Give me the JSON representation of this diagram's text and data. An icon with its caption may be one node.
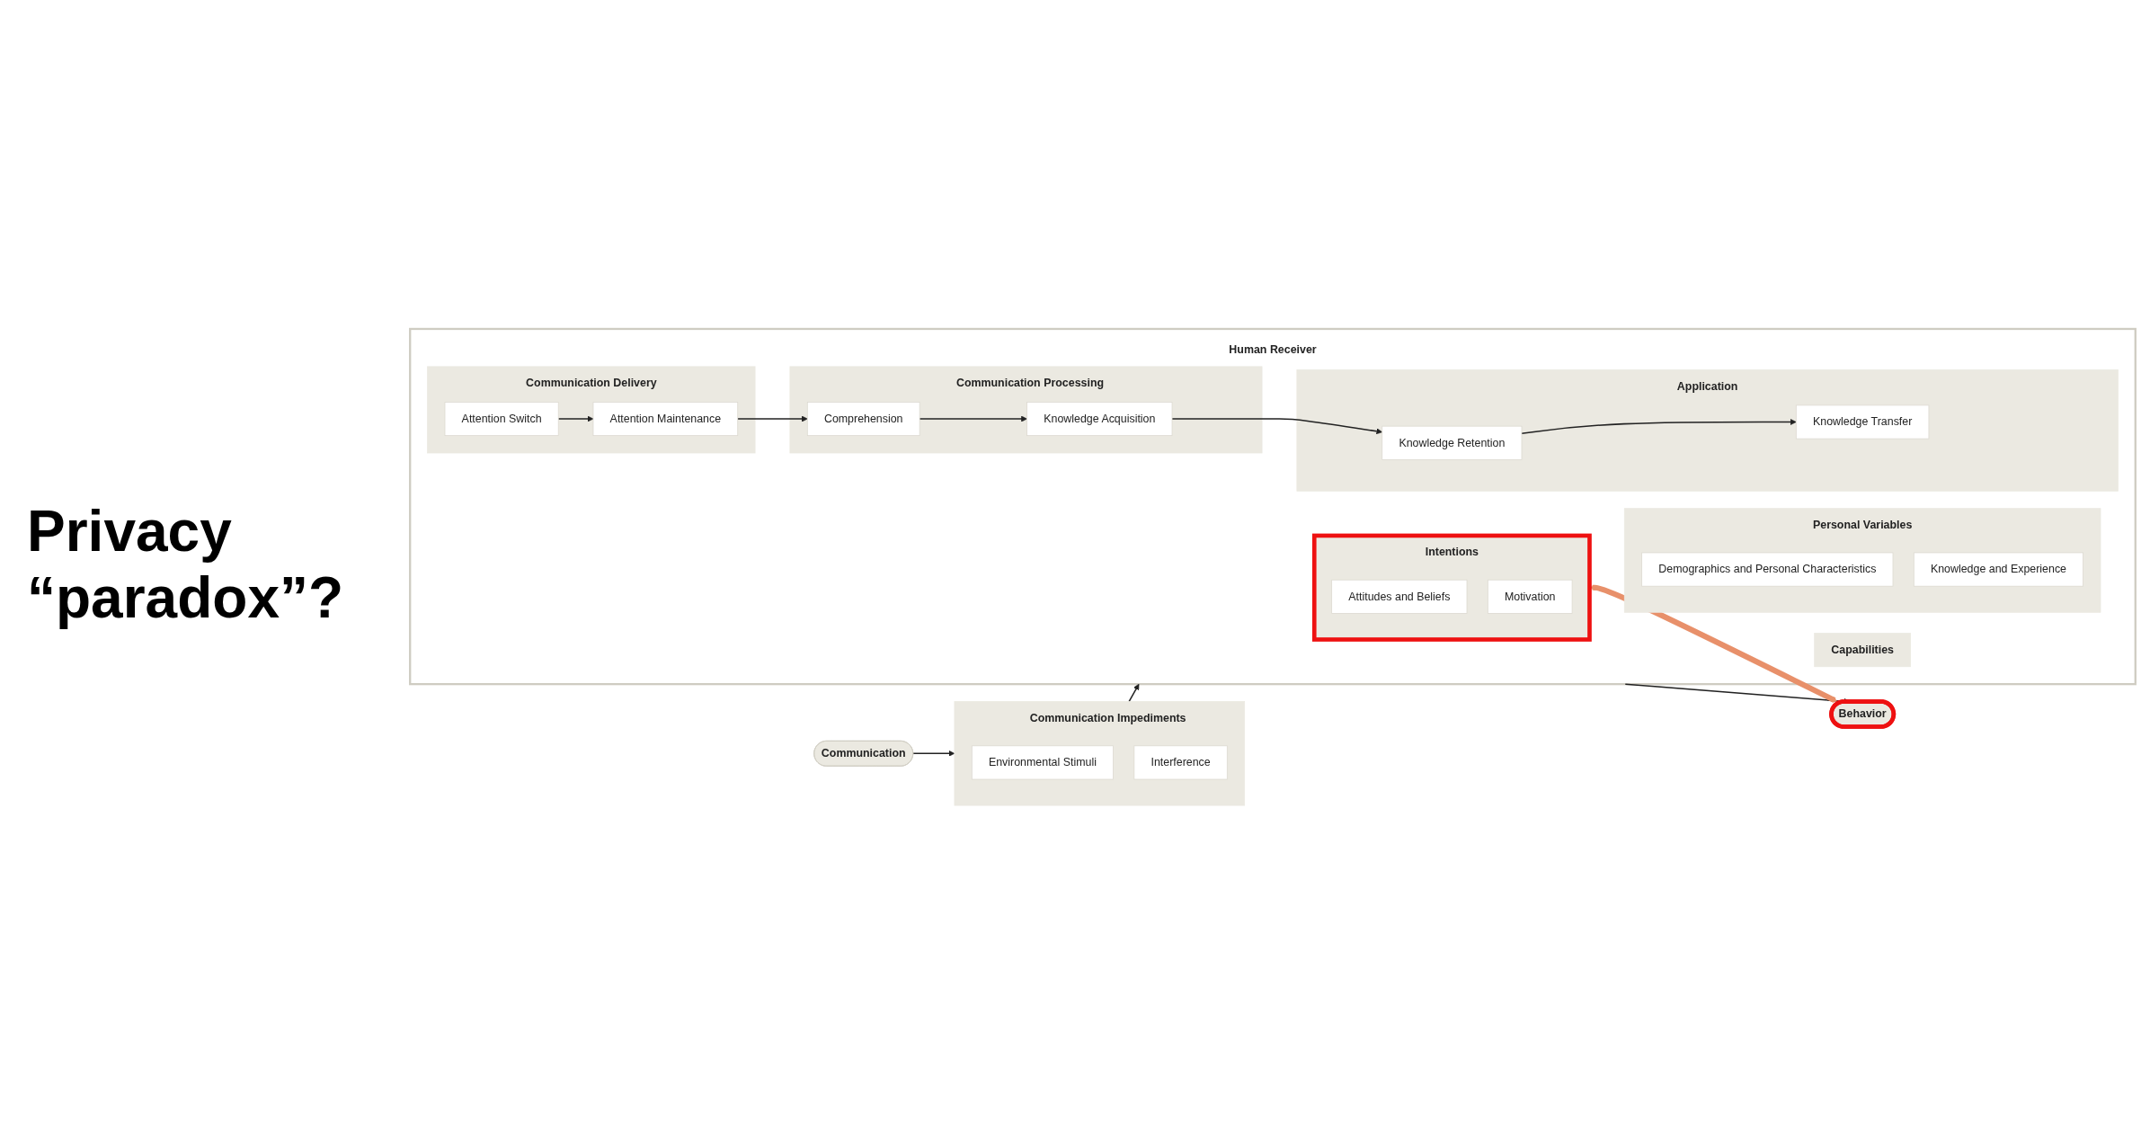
{
  "diagram": {
    "nodes": [
      {
        "text": [
          "Communication"
        ]
      },
      {
        "text": [
          "Communication Impediments"
        ]
      },
      {
        "text": [
          "Environmental Stimuli"
        ],
        "in": 1
      },
      {
        "text": [
          "Interference"
        ],
        "in": 1
      },
      {
        "text": [
          "Human Receiver"
        ]
      },
      {
        "text": [
          "Personal Variables"
        ],
        "in": 4
      },
      {
        "text": [
          "Demographics and Personal Characteristics"
        ],
        "in": 5
      },
      {
        "text": [
          "Knowledge and Experience"
        ],
        "in": 5
      },
      {
        "text": [
          "Intentions"
        ],
        "in": 4
      },
      {
        "text": [
          "Attitudes and Beliefs"
        ],
        "in": 8
      },
      {
        "text": [
          "Motivation"
        ],
        "in": 8
      },
      {
        "text": [
          "Capabilities"
        ],
        "in": 4
      },
      {
        "text": [
          "Communication Delivery"
        ],
        "in": 4
      },
      {
        "text": [
          "Attention Switch"
        ],
        "in": 12
      },
      {
        "text": [
          "Attention Maintenance"
        ],
        "in": 12
      },
      {
        "text": [
          "Communication Processing"
        ],
        "in": 4
      },
      {
        "text": [
          "Comprehension"
        ],
        "in": 15
      },
      {
        "text": [
          "Knowledge Acquisition"
        ],
        "in": 15
      },
      {
        "text": [
          "Application"
        ],
        "in": 4
      },
      {
        "text": [
          "Knowledge Retention"
        ],
        "in": 18
      },
      {
        "text": [
          "Knowledge Transfer"
        ],
        "in": 18
      },
      {
        "text": [
          "Behavior"
        ]
      }
    ],
    "edges": [
      {
        "from": 0,
        "to": 1,
        "arrow": "to"
      },
      {
        "from": 1,
        "to": 4,
        "arrow": "to"
      },
      {
        "from": 4,
        "to": 21,
        "arrow": "to"
      },
      {
        "from": 13,
        "to": 14,
        "arrow": "to"
      },
      {
        "from": 14,
        "to": 16,
        "arrow": "to"
      },
      {
        "from": 16,
        "to": 17,
        "arrow": "to"
      },
      {
        "from": 17,
        "to": 19,
        "arrow": "to"
      },
      {
        "from": 19,
        "to": 20,
        "arrow": "to"
      },
      {
        "from": 8,
        "to": 21,
        "arrow": "both",
        "style": "thick",
        "color": "#e8906a"
      }
    ],
    "labels": [
      "Privacy “paradox”?"
    ]
  }
}
